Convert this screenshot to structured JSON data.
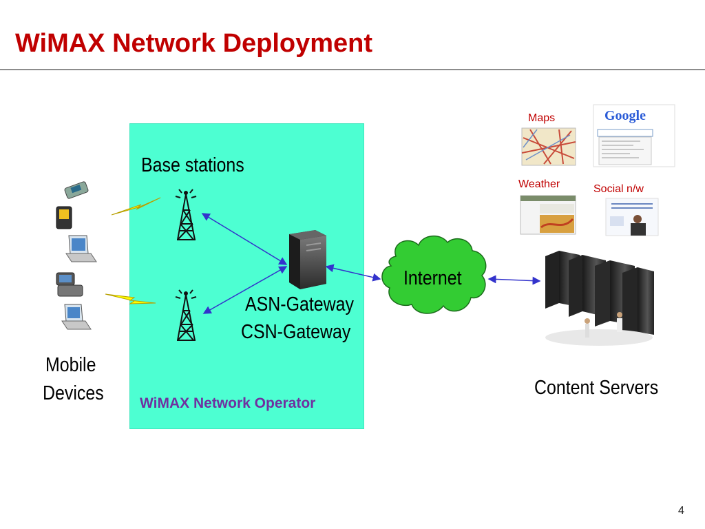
{
  "slide": {
    "title": "WiMAX Network Deployment",
    "page_number": "4"
  },
  "operator": {
    "label": "WiMAX Network Operator",
    "base_stations_label": "Base stations",
    "gateway_lines": [
      "ASN-Gateway",
      "CSN-Gateway"
    ]
  },
  "mobile_devices": {
    "label_lines": [
      "Mobile",
      "Devices"
    ]
  },
  "internet": {
    "label": "Internet"
  },
  "content": {
    "servers_label": "Content Servers",
    "services": {
      "maps": "Maps",
      "weather": "Weather",
      "social": "Social n/w",
      "search_logo": "Google"
    }
  },
  "colors": {
    "title": "#c00000",
    "operator_box": "#4dffd2",
    "operator_label": "#7030a0",
    "cloud": "#33cc33",
    "arrow": "#3333cc",
    "lightning": "#ffff00"
  }
}
